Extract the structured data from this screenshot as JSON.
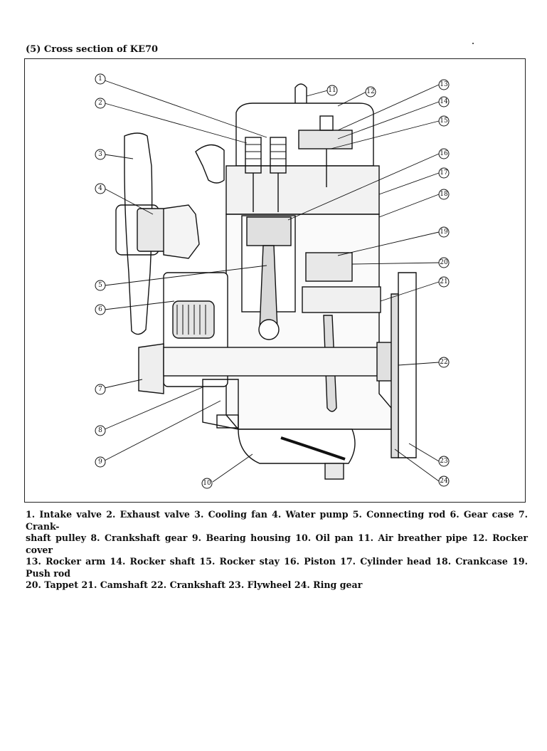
{
  "title": "(5) Cross section of KE70",
  "callouts": [
    "1",
    "2",
    "3",
    "4",
    "5",
    "6",
    "7",
    "8",
    "9",
    "10",
    "11",
    "12",
    "13",
    "14",
    "15",
    "16",
    "17",
    "18",
    "19",
    "20",
    "21",
    "22",
    "23",
    "24"
  ],
  "caption_lines": [
    "1. Intake valve  2. Exhaust valve  3. Cooling fan  4. Water pump  5. Connecting rod  6. Gear case  7. Crank-",
    "shaft pulley  8. Crankshaft gear  9. Bearing housing  10. Oil pan  11. Air breather pipe  12. Rocker cover",
    "13. Rocker arm  14. Rocker shaft  15. Rocker stay  16. Piston  17. Cylinder head  18. Crankcase  19. Push rod",
    "20. Tappet  21. Camshaft  22. Crankshaft  23. Flywheel  24. Ring gear"
  ]
}
